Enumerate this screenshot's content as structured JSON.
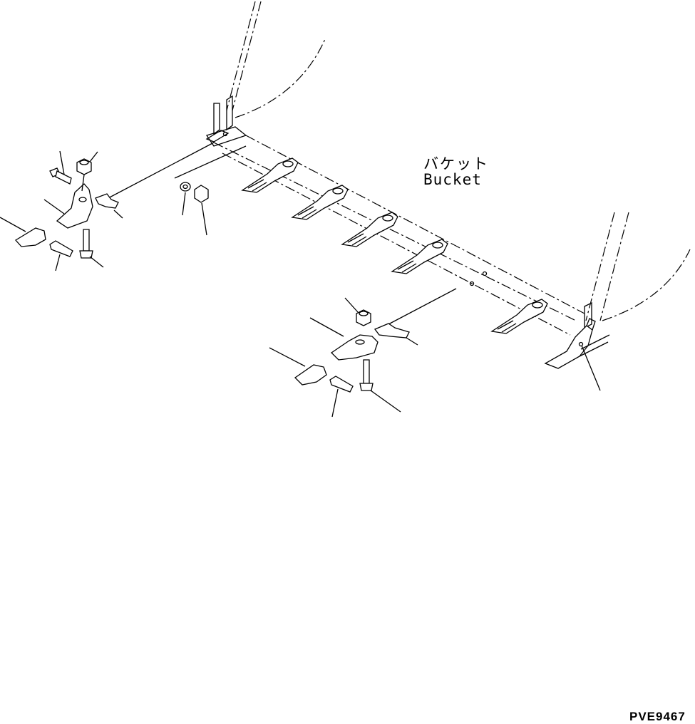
{
  "diagram": {
    "label_jp": "バケット",
    "label_en": "Bucket",
    "figure_code": "PVE9467"
  }
}
